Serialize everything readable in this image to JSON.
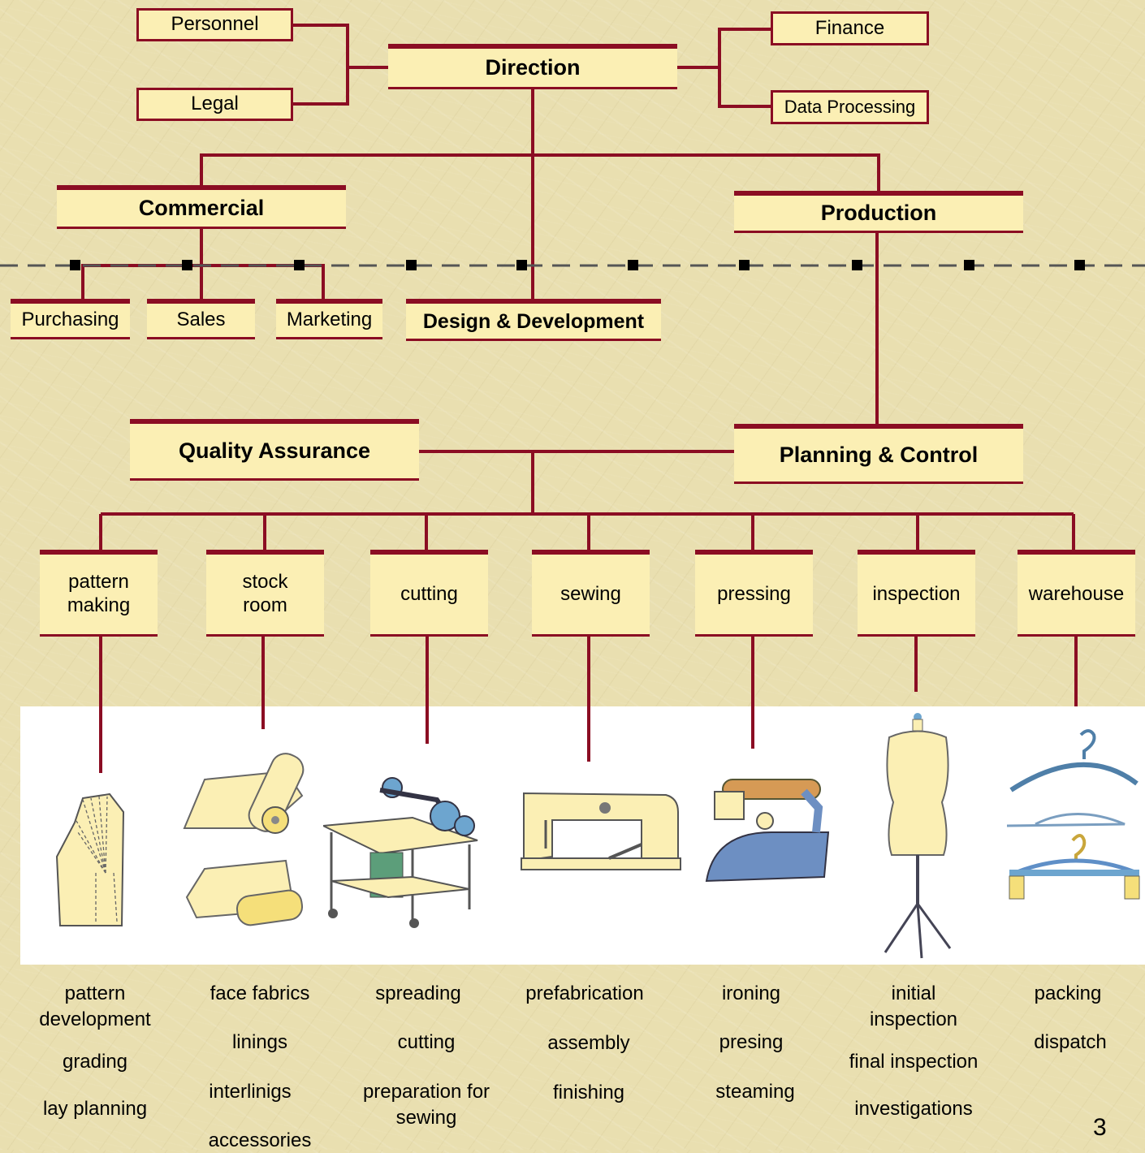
{
  "top_level": {
    "direction": "Direction",
    "personnel": "Personnel",
    "legal": "Legal",
    "finance": "Finance",
    "data_processing": "Data Processing"
  },
  "divisions": {
    "commercial": "Commercial",
    "production": "Production",
    "purchasing": "Purchasing",
    "sales": "Sales",
    "marketing": "Marketing",
    "design_development": "Design & Development",
    "quality_assurance": "Quality Assurance",
    "planning_control": "Planning & Control"
  },
  "departments": [
    {
      "label": "pattern\nmaking",
      "tasks": [
        "pattern development",
        "grading",
        "lay planning"
      ]
    },
    {
      "label": "stock\nroom",
      "tasks": [
        "face fabrics",
        "linings",
        "interlinigs",
        "accessories"
      ]
    },
    {
      "label": "cutting",
      "tasks": [
        "spreading",
        "cutting",
        "preparation for sewing"
      ]
    },
    {
      "label": "sewing",
      "tasks": [
        "prefabrication",
        "assembly",
        "finishing"
      ]
    },
    {
      "label": "pressing",
      "tasks": [
        "ironing",
        "presing",
        "steaming"
      ]
    },
    {
      "label": "inspection",
      "tasks": [
        "initial inspection",
        "final inspection",
        "investigations"
      ]
    },
    {
      "label": "warehouse",
      "tasks": [
        "packing",
        "dispatch"
      ]
    }
  ],
  "page_number": "3",
  "colors": {
    "line": "#8b0d23",
    "box_fill": "#fbefb4",
    "background": "#e9dfb0"
  }
}
